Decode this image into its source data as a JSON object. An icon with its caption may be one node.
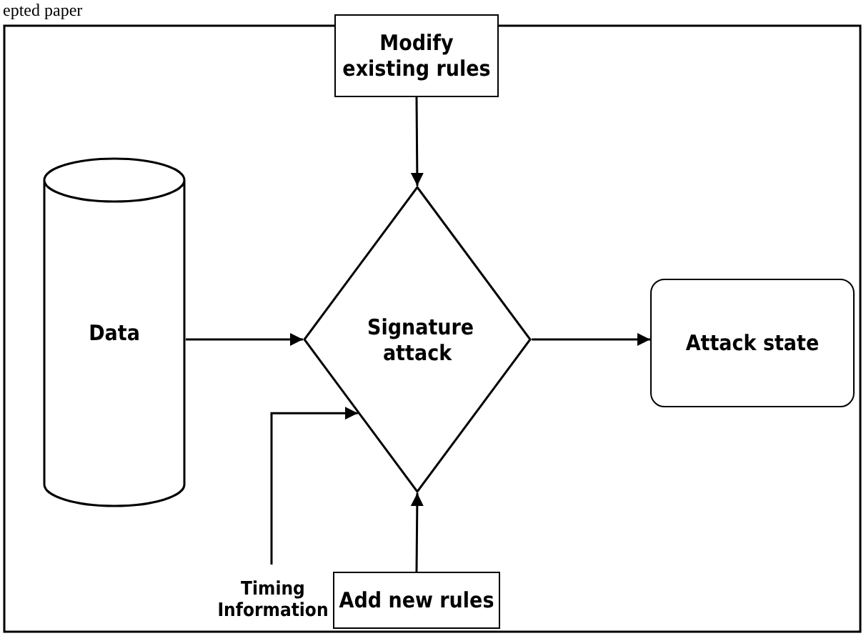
{
  "diagram": {
    "nodes": [
      {
        "text": [
          "Data"
        ]
      },
      {
        "text": [
          "Modify existing rules"
        ]
      },
      {
        "text": [
          "Signature attack"
        ]
      },
      {
        "text": [
          "Attack state"
        ]
      },
      {
        "text": [
          "Timing Information"
        ]
      },
      {
        "text": [
          "Add new rules"
        ]
      }
    ],
    "edges": [
      {
        "from": 0,
        "to": 2,
        "arrow": "to"
      },
      {
        "from": 1,
        "to": 2,
        "arrow": "to"
      },
      {
        "from": 4,
        "to": 2,
        "arrow": "to"
      },
      {
        "from": 5,
        "to": 2,
        "arrow": "to"
      },
      {
        "from": 2,
        "to": 3,
        "arrow": "to"
      }
    ],
    "labels": [
      "epted paper"
    ]
  }
}
